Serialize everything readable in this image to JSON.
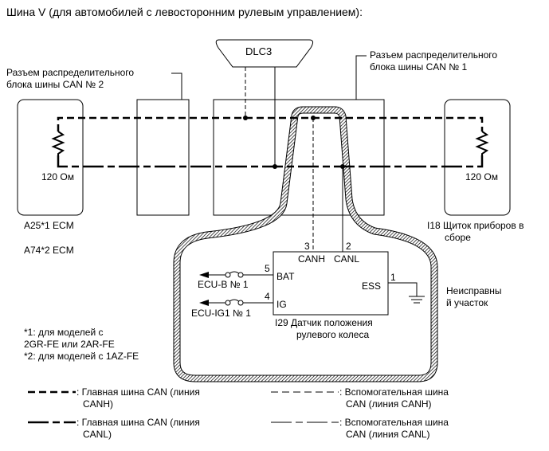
{
  "title": "Шина V (для автомобилей с левосторонним рулевым управлением):",
  "dlc3": "DLC3",
  "can2_label": [
    "Разъем распределительного",
    "блока шины CAN № 2"
  ],
  "can1_label": [
    "Разъем распределительного",
    "блока шины CAN № 1"
  ],
  "res_left": "120 Ом",
  "res_right": "120 Ом",
  "ecm1": "A25*1  ECM",
  "ecm2": "A74*2  ECM",
  "cluster": [
    "I18  Щиток приборов в",
    "сборе"
  ],
  "pin3": "3",
  "pin2": "2",
  "pin5": "5",
  "pin4": "4",
  "pin1": "1",
  "canh": "CANH",
  "canl": "CANL",
  "bat": "BAT",
  "ig": "IG",
  "ess": "ESS",
  "fuse1": "ECU-B № 1",
  "fuse2": "ECU-IG1 № 1",
  "sensor": [
    "I29  Датчик положения",
    "рулевого колеса"
  ],
  "fault": [
    "Неисправны",
    "й участок"
  ],
  "notes": [
    "*1: для моделей с",
    "2GR-FE или 2AR-FE",
    "*2: для моделей с 1AZ-FE"
  ],
  "legend": [
    {
      "a": ": Главная шина CAN (линия",
      "b": "CANH)"
    },
    {
      "a": ": Вспомогательная шина",
      "b": "CAN (линия CANH)"
    },
    {
      "a": ": Главная шина CAN (линия",
      "b": "CANL)"
    },
    {
      "a": ": Вспомогательная шина",
      "b": "CAN (линия CANL)"
    }
  ]
}
